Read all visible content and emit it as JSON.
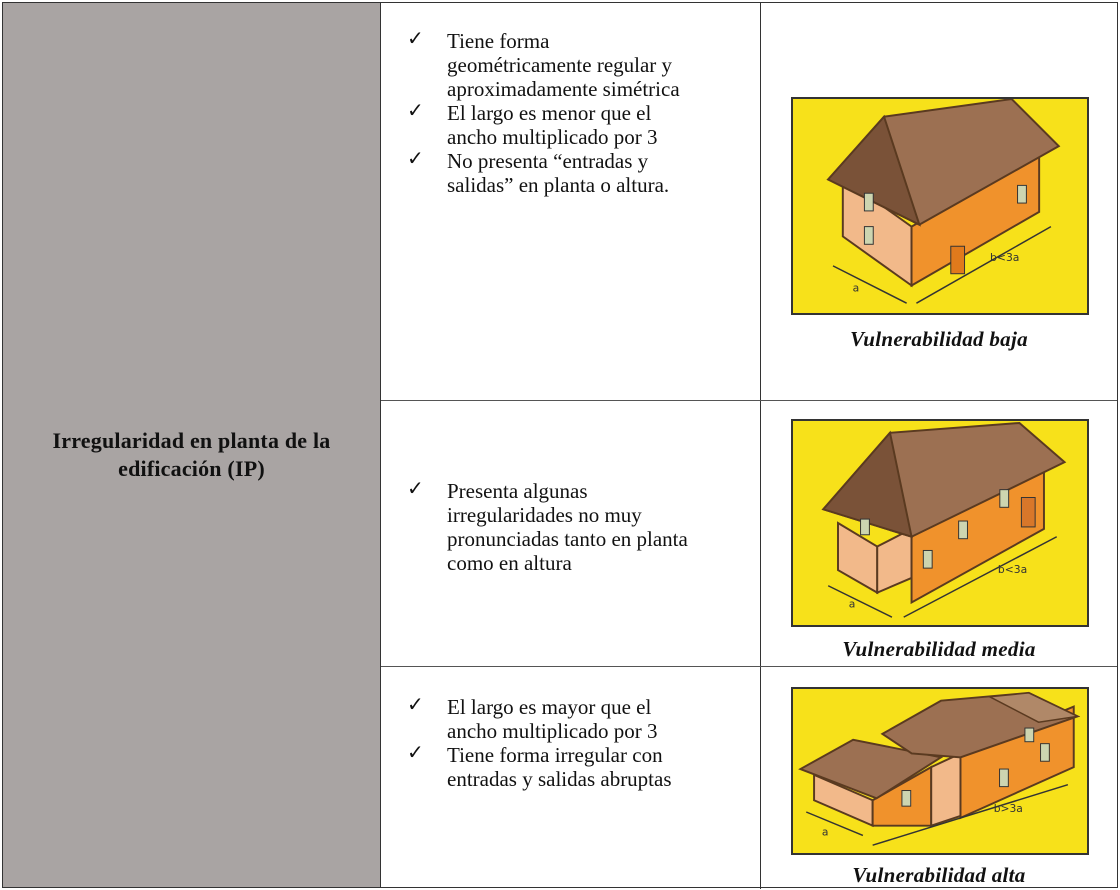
{
  "left_title": "Irregularidad en planta de la edificación (IP)",
  "check_mark": "✓",
  "rows": [
    {
      "items": [
        "Tiene forma geométricamente regular y aproximadamente simétrica",
        "El largo es menor que el ancho multiplicado por 3",
        "No presenta “entradas y salidas” en planta o altura."
      ],
      "caption": "Vulnerabilidad baja",
      "drawing": {
        "label_a": "a",
        "label_b": "b<3a"
      }
    },
    {
      "items": [
        "Presenta algunas irregularidades no muy pronunciadas tanto en planta como en altura"
      ],
      "caption": "Vulnerabilidad media",
      "drawing": {
        "label_a": "a",
        "label_b": "b<3a"
      }
    },
    {
      "items": [
        "El largo es mayor que el ancho multiplicado por 3",
        "Tiene forma irregular con entradas y salidas abruptas"
      ],
      "caption": "Vulnerabilidad alta",
      "drawing": {
        "label_a": "a",
        "label_b": "b>3a"
      }
    }
  ],
  "colors": {
    "left_cell": "#a9a4a3",
    "picture_background": "#f7e11a",
    "wall_light": "#f2b98a",
    "wall_orange": "#f0922c",
    "roof": "#9c7052",
    "roof_dark": "#7a5238"
  }
}
